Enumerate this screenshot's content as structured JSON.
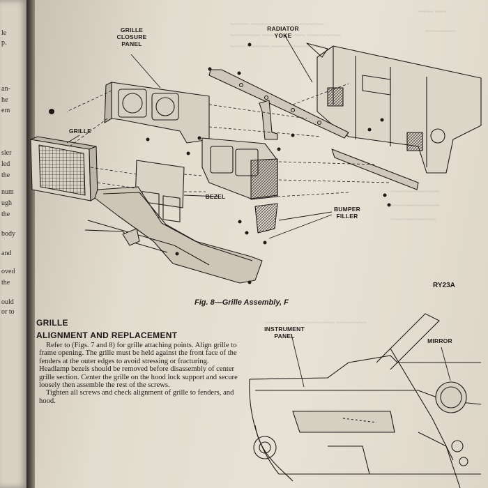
{
  "previous_page": {
    "fragments": [
      "le",
      "p.",
      "an-",
      "he",
      "em",
      "sler",
      "led",
      "the",
      "num",
      "ugh",
      "the",
      "body",
      "and",
      "oved",
      "the",
      "ould",
      "or to"
    ]
  },
  "figure": {
    "labels": {
      "grille_closure_panel": "GRILLE CLOSURE PANEL",
      "radiator_yoke": "RADIATOR YOKE",
      "grille": "GRILLE",
      "bezel": "BEZEL",
      "bumper_filler": "BUMPER FILLER",
      "instrument_panel": "INSTRUMENT PANEL",
      "mirror": "MIRROR"
    },
    "code": "RY23A",
    "caption": "Fig. 8—Grille Assembly, F"
  },
  "section": {
    "heading_1": "GRILLE",
    "heading_2": "ALIGNMENT AND REPLACEMENT",
    "paragraph_1": "Refer to (Figs. 7 and 8) for grille attaching points. Align grille to frame opening. The grille must be held against the front face of the fenders at the outer edges to avoid stressing or fracturing. Headlamp bezels should be removed before disassembly of center grille section. Center the grille on the hood lock support and secure loosely then assemble the rest of the screws.",
    "paragraph_2": "Tighten all screws and check alignment of grille to fenders, and hood."
  }
}
